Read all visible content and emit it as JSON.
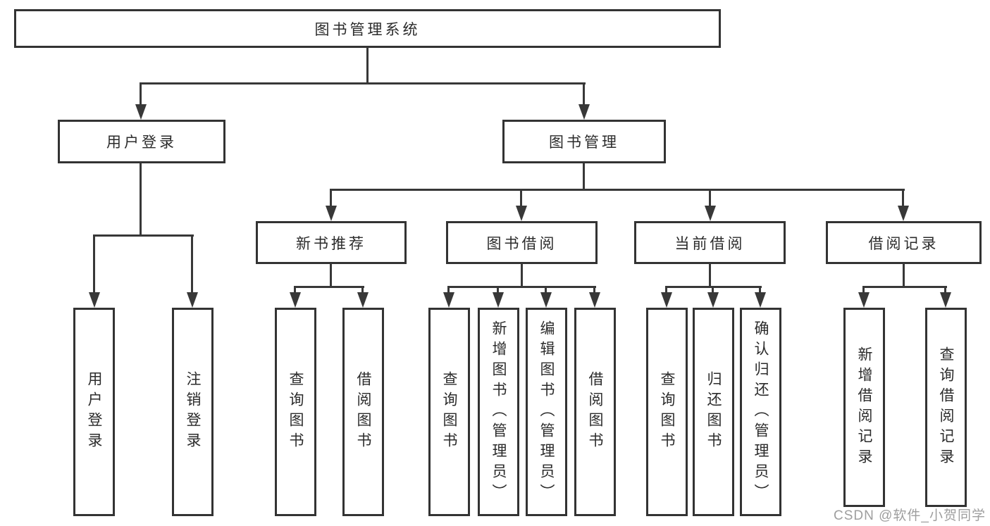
{
  "colors": {
    "background": "#ffffff",
    "line": "#383838",
    "box_border": "#333333",
    "text": "#2b2b2b",
    "watermark": "#9e9e9e"
  },
  "diagram": {
    "type": "hierarchy-tree",
    "root": {
      "label": "图书管理系统"
    },
    "branches": [
      {
        "label": "用户登录",
        "children": [
          {
            "label": "用户登录"
          },
          {
            "label": "注销登录"
          }
        ]
      },
      {
        "label": "图书管理",
        "children": [
          {
            "label": "新书推荐",
            "children": [
              {
                "label": "查询图书"
              },
              {
                "label": "借阅图书"
              }
            ]
          },
          {
            "label": "图书借阅",
            "children": [
              {
                "label": "查询图书"
              },
              {
                "label": "新增图书（管理员）"
              },
              {
                "label": "编辑图书（管理员）"
              },
              {
                "label": "借阅图书"
              }
            ]
          },
          {
            "label": "当前借阅",
            "children": [
              {
                "label": "查询图书"
              },
              {
                "label": "归还图书"
              },
              {
                "label": "确认归还（管理员）"
              }
            ]
          },
          {
            "label": "借阅记录",
            "children": [
              {
                "label": "新增借阅记录"
              },
              {
                "label": "查询借阅记录"
              }
            ]
          }
        ]
      }
    ]
  },
  "watermark": {
    "text": "CSDN @软件_小贺同学"
  }
}
